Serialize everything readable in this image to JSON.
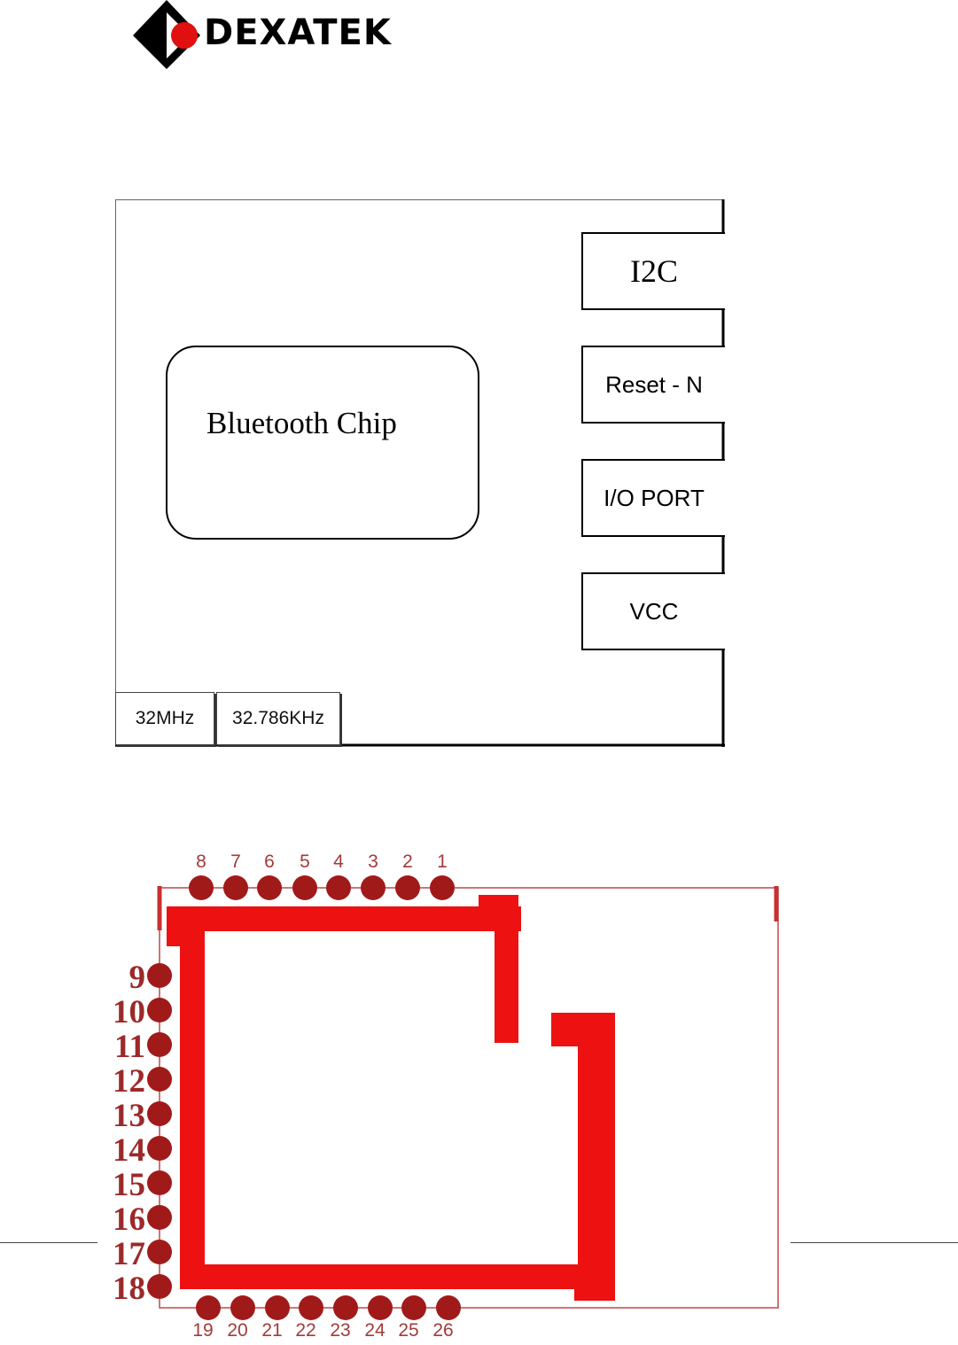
{
  "logo": {
    "text": "DEXATEK"
  },
  "block_diagram": {
    "chip_label": "Bluetooth Chip",
    "ports": [
      "I2C",
      "Reset - N",
      "I/O PORT",
      "VCC"
    ],
    "crystals": [
      "32MHz",
      "32.786KHz"
    ]
  },
  "pinout": {
    "top_pins": [
      "8",
      "7",
      "6",
      "5",
      "4",
      "3",
      "2",
      "1"
    ],
    "left_pins": [
      "9",
      "10",
      "11",
      "12",
      "13",
      "14",
      "15",
      "16",
      "17",
      "18"
    ],
    "bottom_pins": [
      "19",
      "20",
      "21",
      "22",
      "23",
      "24",
      "25",
      "26"
    ]
  },
  "colors": {
    "trace": "#ee1111",
    "pad": "#a11a1a",
    "outline": "#c04848",
    "label": "#a33a3a"
  }
}
